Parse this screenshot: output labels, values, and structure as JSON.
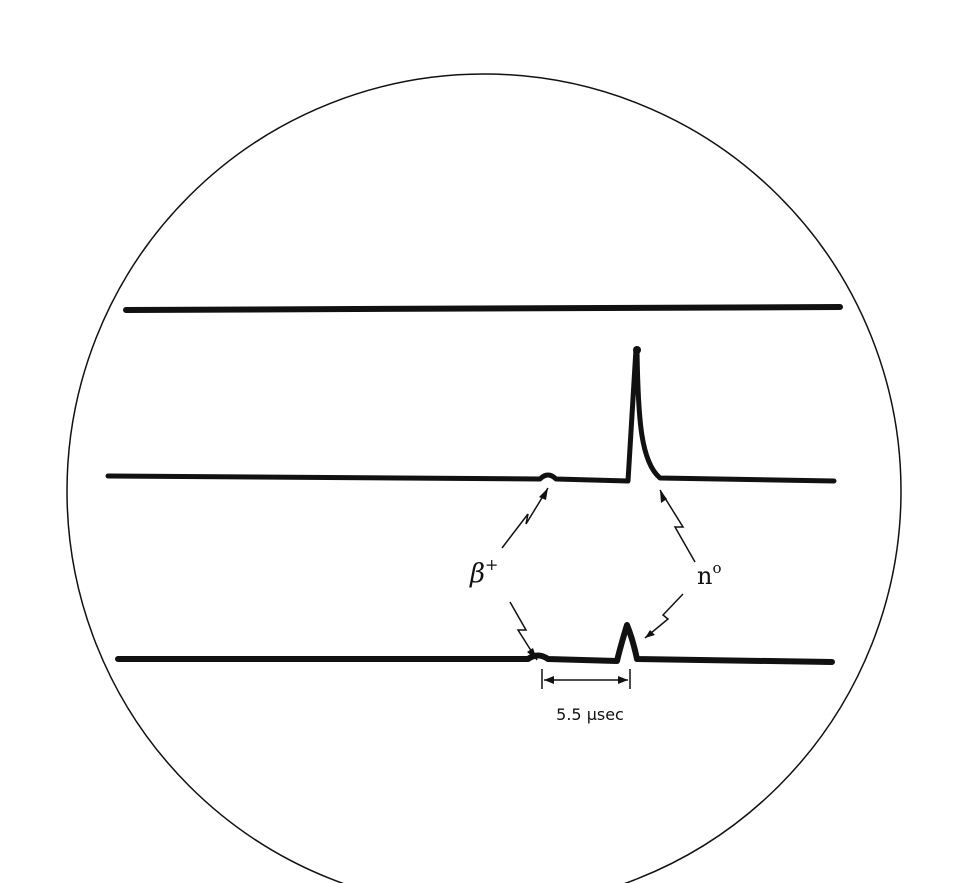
{
  "labels": {
    "beta": "β",
    "beta_superscript": "+",
    "neutron": "n",
    "neutron_superscript": "o",
    "interval": "5.5 μsec"
  },
  "colors": {
    "ink": "#111111",
    "background": "#ffffff"
  }
}
